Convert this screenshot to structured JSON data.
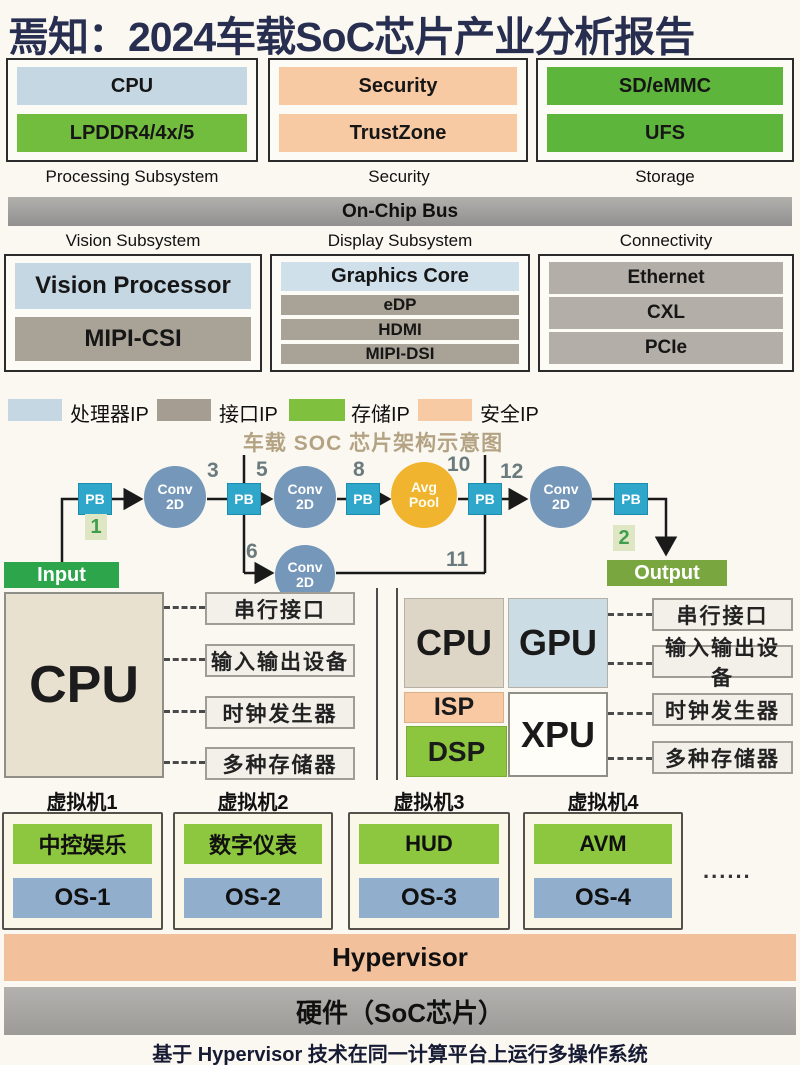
{
  "title": "焉知：2024车载SoC芯片产业分析报告",
  "soc": {
    "top_row": [
      {
        "label": "Processing Subsystem",
        "items": [
          "CPU",
          "LPDDR4/4x/5"
        ]
      },
      {
        "label": "Security",
        "items": [
          "Security",
          "TrustZone"
        ]
      },
      {
        "label": "Storage",
        "items": [
          "SD/eMMC",
          "UFS"
        ]
      }
    ],
    "bus_label": "On-Chip Bus",
    "bottom_row": [
      {
        "label": "Vision Subsystem",
        "items": [
          "Vision Processor",
          "MIPI-CSI"
        ]
      },
      {
        "label": "Display Subsystem",
        "items": [
          "Graphics Core",
          "eDP",
          "HDMI",
          "MIPI-DSI"
        ]
      },
      {
        "label": "Connectivity",
        "items": [
          "Ethernet",
          "CXL",
          "PCIe"
        ]
      }
    ],
    "legend": [
      {
        "label": "处理器IP",
        "color": "#c4d7e3"
      },
      {
        "label": "接口IP",
        "color": "#a59d92"
      },
      {
        "label": "存储IP",
        "color": "#7fc13e"
      },
      {
        "label": "安全IP",
        "color": "#f8caa4"
      }
    ],
    "caption": "车载 SOC 芯片架构示意图"
  },
  "network": {
    "input_label": "Input",
    "output_label": "Output",
    "pb_label": "PB",
    "conv_label": "Conv\n2D",
    "avg_label": "Avg\nPool",
    "numbers": {
      "e1": "1",
      "e2": "2",
      "e3": "3",
      "e5": "5",
      "e6": "6",
      "e8": "8",
      "e10": "10",
      "e11": "11",
      "e12": "12"
    }
  },
  "architecture": {
    "left": {
      "cpu": "CPU",
      "peripherals": [
        "串行接口",
        "输入输出设备",
        "时钟发生器",
        "多种存储器"
      ]
    },
    "right": {
      "blocks": {
        "cpu": "CPU",
        "gpu": "GPU",
        "isp": "ISP",
        "dsp": "DSP",
        "xpu": "XPU"
      },
      "peripherals": [
        "串行接口",
        "输入输出设备",
        "时钟发生器",
        "多种存储器"
      ]
    }
  },
  "virtualization": {
    "vms": [
      {
        "label": "虚拟机1",
        "app": "中控娱乐",
        "os": "OS-1"
      },
      {
        "label": "虚拟机2",
        "app": "数字仪表",
        "os": "OS-2"
      },
      {
        "label": "虚拟机3",
        "app": "HUD",
        "os": "OS-3"
      },
      {
        "label": "虚拟机4",
        "app": "AVM",
        "os": "OS-4"
      }
    ],
    "more": "......",
    "hypervisor": "Hypervisor",
    "hardware": "硬件（SoC芯片）",
    "footnote": "基于 Hypervisor 技术在同一计算平台上运行多操作系统"
  },
  "colors": {
    "title_text": "#272e4f",
    "processor_ip": "#c4d7e3",
    "interface_ip": "#a59d92",
    "storage_ip": "#7fc13e",
    "security_ip": "#f8caa4",
    "pb_node": "#2fa7cb",
    "conv_node": "#7497ba",
    "avg_pool_node": "#f1b42e",
    "input_node": "#2da64b",
    "output_node": "#7aa640"
  }
}
